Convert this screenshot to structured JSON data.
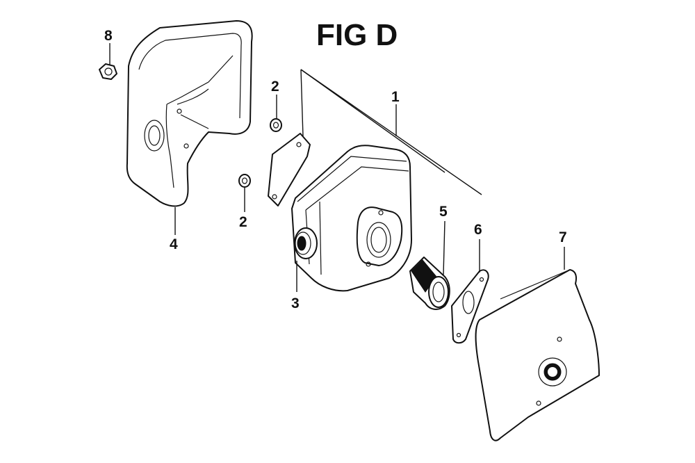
{
  "diagram": {
    "title": "FIG D",
    "callouts": {
      "p1": "1",
      "p2a": "2",
      "p2b": "2",
      "p3": "3",
      "p4": "4",
      "p5": "5",
      "p6": "6",
      "p7": "7",
      "p8": "8"
    }
  }
}
